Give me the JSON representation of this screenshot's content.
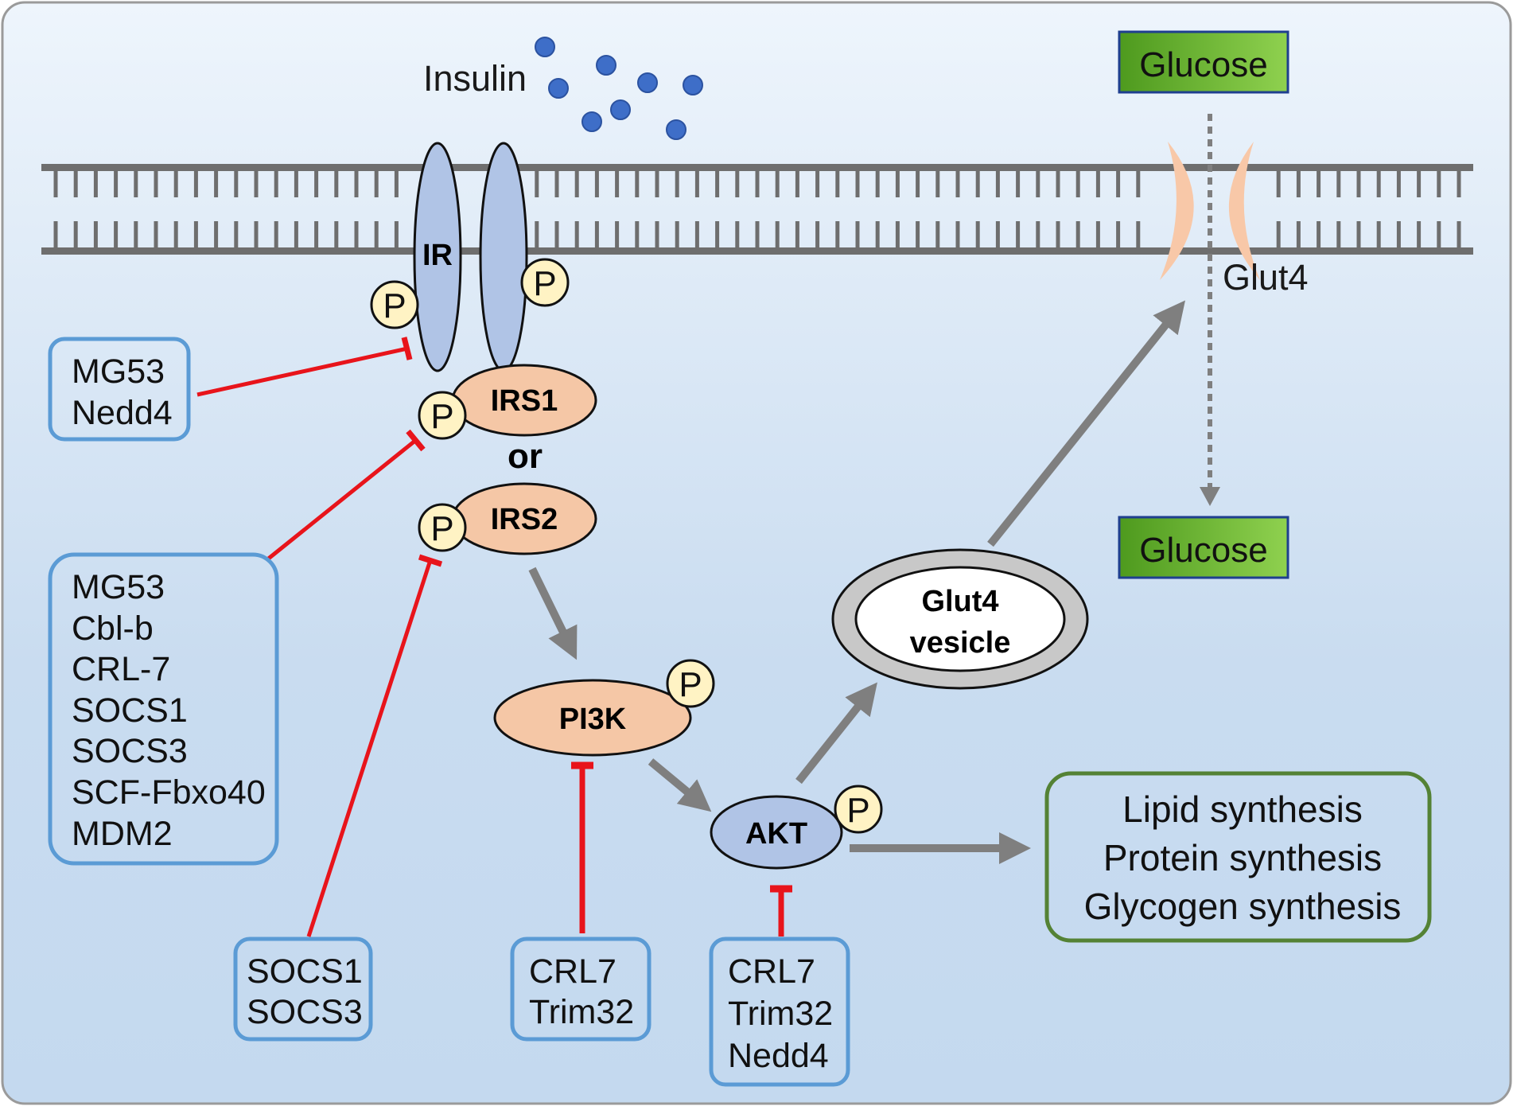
{
  "colors": {
    "bg_top": "#eef5fc",
    "bg_bottom": "#bed6ee",
    "membrane": "#6e6e6e",
    "receptor_fill": "#b0c4e6",
    "irs_fill": "#f5c7a6",
    "p_fill": "#fff3c4",
    "inhibit": "#e8141b",
    "arrow": "#7f7f7f",
    "box_border": "#5b9bd5",
    "outcome_border": "#548235",
    "glucose_fill_start": "#4e9a1e",
    "glucose_fill_end": "#8fd14f",
    "glut4_channel": "#f8c8a8"
  },
  "labels": {
    "insulin": "Insulin",
    "ir": "IR",
    "irs1": "IRS1",
    "or": "or",
    "irs2": "IRS2",
    "pi3k": "PI3K",
    "akt": "AKT",
    "phospho": "P",
    "glut4": "Glut4",
    "glucose_top": "Glucose",
    "glucose_bottom": "Glucose",
    "glut4_vesicle_line1": "Glut4",
    "glut4_vesicle_line2": "vesicle"
  },
  "regulator_boxes": {
    "ir_inhibitors": [
      "MG53",
      "Nedd4"
    ],
    "irs1_inhibitors": [
      "MG53",
      "Cbl-b",
      "CRL-7",
      "SOCS1",
      "SOCS3",
      "SCF-Fbxo40",
      "MDM2"
    ],
    "irs2_inhibitors": [
      "SOCS1",
      "SOCS3"
    ],
    "pi3k_inhibitors": [
      "CRL7",
      "Trim32"
    ],
    "akt_inhibitors": [
      "CRL7",
      "Trim32",
      "Nedd4"
    ]
  },
  "outcomes": [
    "Lipid synthesis",
    "Protein synthesis",
    "Glycogen synthesis"
  ]
}
